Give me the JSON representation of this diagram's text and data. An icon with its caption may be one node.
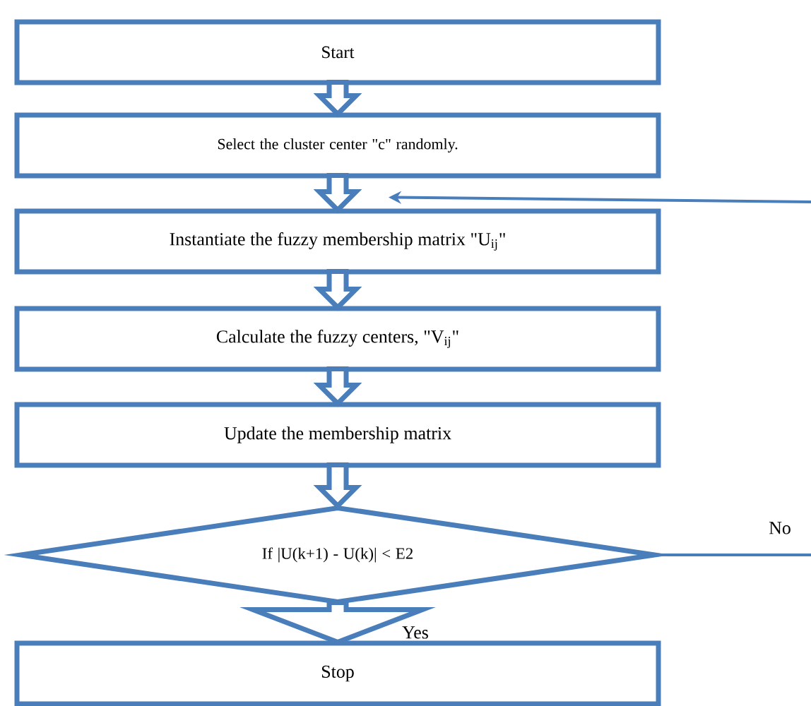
{
  "diagram": {
    "nodes": [
      {
        "text": [
          "Start"
        ]
      },
      {
        "text": [
          "Select the cluster center \"c\" randomly."
        ]
      },
      {
        "text": [
          "Instantiate the fuzzy membership matrix \"U$_{ij}$\""
        ]
      },
      {
        "text": [
          "Calculate the fuzzy centers, \"V$_{ij}$\""
        ]
      },
      {
        "text": [
          "Update the membership matrix"
        ]
      },
      {
        "text": [
          "If |U(k+1) - U(k)| < E2"
        ]
      },
      {
        "text": [
          "Stop"
        ]
      }
    ],
    "edges": [
      {
        "from": 0,
        "to": 1,
        "arrow": "to"
      },
      {
        "from": 1,
        "to": 2,
        "arrow": "to"
      },
      {
        "from": 2,
        "to": 3,
        "arrow": "to"
      },
      {
        "from": 3,
        "to": 4,
        "arrow": "to"
      },
      {
        "from": 4,
        "to": 5,
        "arrow": "to"
      },
      {
        "from": 5,
        "to": 6,
        "arrow": "to",
        "label": "Yes"
      },
      {
        "from": 5,
        "to": null,
        "arrow": "none",
        "label": "No"
      },
      {
        "from": null,
        "to": 2,
        "arrow": "to"
      }
    ]
  }
}
